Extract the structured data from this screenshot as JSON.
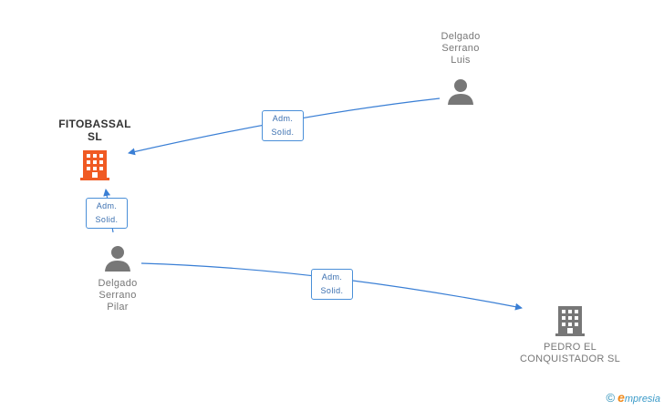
{
  "nodes": {
    "fitobassal": {
      "label": "FITOBASSAL\nSL",
      "type": "company",
      "color": "#f05a23"
    },
    "luis": {
      "label": "Delgado\nSerrano\nLuis",
      "type": "person",
      "color": "#777777"
    },
    "pilar": {
      "label": "Delgado\nSerrano\nPilar",
      "type": "person",
      "color": "#777777"
    },
    "pedro": {
      "label": "PEDRO EL\nCONQUISTADOR SL",
      "type": "company",
      "color": "#777777"
    }
  },
  "edges": [
    {
      "from": "luis",
      "to": "fitobassal",
      "line1": "Adm.",
      "line2": "Solid."
    },
    {
      "from": "pilar",
      "to": "fitobassal",
      "line1": "Adm.",
      "line2": "Solid."
    },
    {
      "from": "pilar",
      "to": "pedro",
      "line1": "Adm.",
      "line2": "Solid."
    }
  ],
  "colors": {
    "edge": "#3a7fd5"
  },
  "footer": {
    "copyright": "©",
    "brand_first": "e",
    "brand_rest": "mpresia"
  }
}
